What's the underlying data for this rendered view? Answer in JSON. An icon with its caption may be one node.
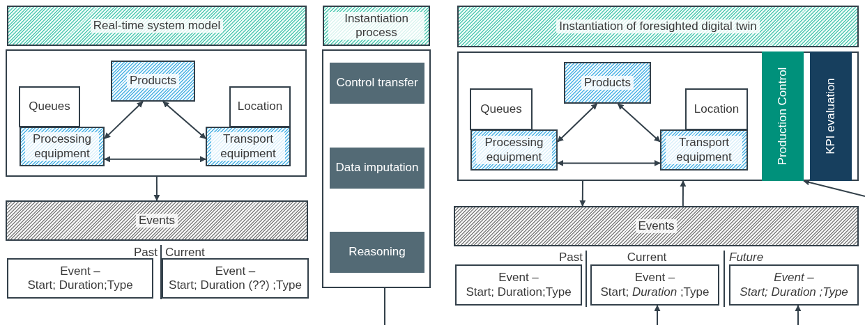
{
  "diagram": {
    "nodes": [
      {
        "text": [
          "Real-time system model"
        ]
      },
      {
        "text": [],
        "shape": "box"
      },
      {
        "text": [
          "Products"
        ],
        "in": 1
      },
      {
        "text": [
          "Queues"
        ],
        "in": 1
      },
      {
        "text": [
          "Processing equipment"
        ],
        "in": 1
      },
      {
        "text": [
          "Location"
        ],
        "in": 1
      },
      {
        "text": [
          "Transport equipment"
        ],
        "in": 1
      },
      {
        "text": [
          "Events"
        ]
      },
      {
        "text": [
          "Event –",
          "Start; Duration;Type"
        ],
        "beside": [
          "Past"
        ]
      },
      {
        "text": [
          "Event –",
          "Start; Duration (??) ;Type"
        ],
        "beside": [
          "Current"
        ]
      },
      {
        "text": [
          "Instantiation process"
        ]
      },
      {
        "text": [],
        "shape": "box"
      },
      {
        "text": [
          "Control transfer"
        ],
        "in": 11
      },
      {
        "text": [
          "Data imputation"
        ],
        "in": 11
      },
      {
        "text": [
          "Reasoning"
        ],
        "in": 11
      },
      {
        "text": [
          "Instantiation of foresighted digital twin"
        ]
      },
      {
        "text": [],
        "shape": "box"
      },
      {
        "text": [
          "Products"
        ],
        "in": 16
      },
      {
        "text": [
          "Queues"
        ],
        "in": 16
      },
      {
        "text": [
          "Processing equipment"
        ],
        "in": 16
      },
      {
        "text": [
          "Location"
        ],
        "in": 16
      },
      {
        "text": [
          "Transport equipment"
        ],
        "in": 16
      },
      {
        "text": [
          "Production Control"
        ],
        "in": 16
      },
      {
        "text": [
          "KPI evaluation"
        ],
        "in": 16
      },
      {
        "text": [
          "Events"
        ]
      },
      {
        "text": [
          "Event –",
          "Start; Duration;Type"
        ],
        "beside": [
          "Past"
        ]
      },
      {
        "text": [
          "Event –",
          "Start; *Duration* ;Type"
        ],
        "beside": [
          "Current"
        ]
      },
      {
        "text": [
          "Event –",
          "Start; Duration ;Type"
        ],
        "beside": [
          "Future"
        ]
      }
    ],
    "edges": [
      {
        "from": 2,
        "to": 4,
        "arrow": "both"
      },
      {
        "from": 2,
        "to": 6,
        "arrow": "both"
      },
      {
        "from": 4,
        "to": 6,
        "arrow": "both"
      },
      {
        "from": 1,
        "to": 7,
        "arrow": "to"
      },
      {
        "from": 11,
        "to": null,
        "arrow": "none"
      },
      {
        "from": 17,
        "to": 19,
        "arrow": "both"
      },
      {
        "from": 17,
        "to": 21,
        "arrow": "both"
      },
      {
        "from": 19,
        "to": 21,
        "arrow": "both"
      },
      {
        "from": 16,
        "to": 24,
        "arrow": "to"
      },
      {
        "from": 24,
        "to": 16,
        "arrow": "to"
      },
      {
        "from": null,
        "to": 22,
        "arrow": "to"
      },
      {
        "from": null,
        "to": 26,
        "arrow": "to"
      },
      {
        "from": null,
        "to": 27,
        "arrow": "to"
      }
    ]
  }
}
